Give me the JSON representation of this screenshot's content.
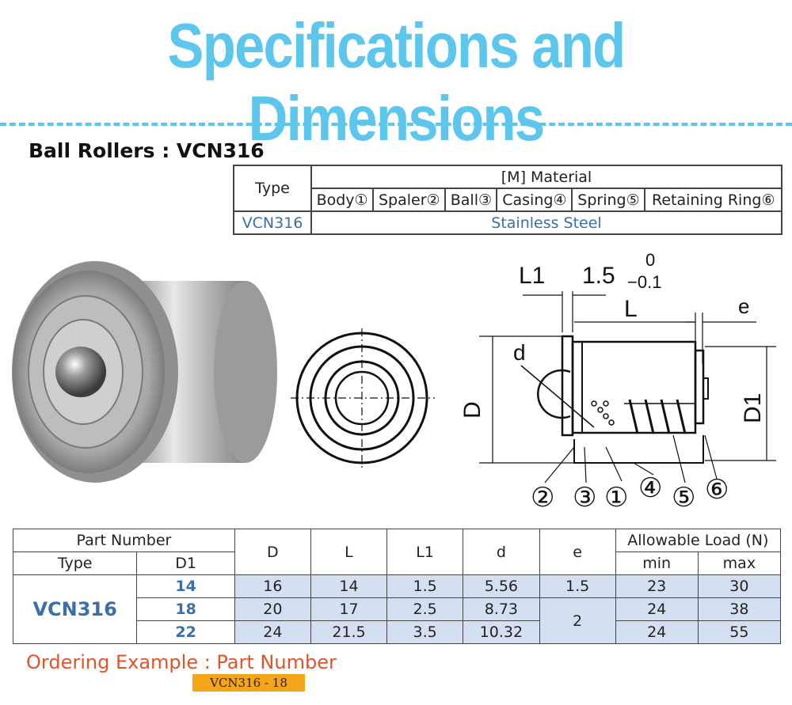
{
  "title": "Specifications and Dimensions",
  "subtitle": "Ball Rollers : VCN316",
  "material_table": {
    "type_header": "Type",
    "material_header": "[M] Material",
    "columns": [
      "Body①",
      "Spaler②",
      "Ball③",
      "Casing④",
      "Spring⑤",
      "Retaining Ring⑥"
    ],
    "row_type": "VCN316",
    "row_value": "Stainless Steel"
  },
  "drawing": {
    "l1": "L1",
    "tol_main": "1.5",
    "tol_upper": "0",
    "tol_lower": "−0.1",
    "L": "L",
    "e": "e",
    "d": "d",
    "D": "D",
    "D1": "D1",
    "callouts": [
      "②",
      "③",
      "①",
      "④",
      "⑤",
      "⑥"
    ]
  },
  "spec_table": {
    "part_number_header": "Part Number",
    "type_header": "Type",
    "d1_header": "D1",
    "col_D": "D",
    "col_L": "L",
    "col_L1": "L1",
    "col_d": "d",
    "col_e": "e",
    "load_header": "Allowable Load (N)",
    "min_header": "min",
    "max_header": "max",
    "type_value": "VCN316",
    "rows": [
      {
        "D1": "14",
        "D": "16",
        "L": "14",
        "L1": "1.5",
        "d": "5.56",
        "e": "1.5",
        "min": "23",
        "max": "30"
      },
      {
        "D1": "18",
        "D": "20",
        "L": "17",
        "L1": "2.5",
        "d": "8.73",
        "e": "2",
        "min": "24",
        "max": "38"
      },
      {
        "D1": "22",
        "D": "24",
        "L": "21.5",
        "L1": "3.5",
        "d": "10.32",
        "e": "",
        "min": "24",
        "max": "55"
      }
    ]
  },
  "ordering": {
    "label": "Ordering Example : Part Number",
    "example": "VCN316 - 18"
  }
}
